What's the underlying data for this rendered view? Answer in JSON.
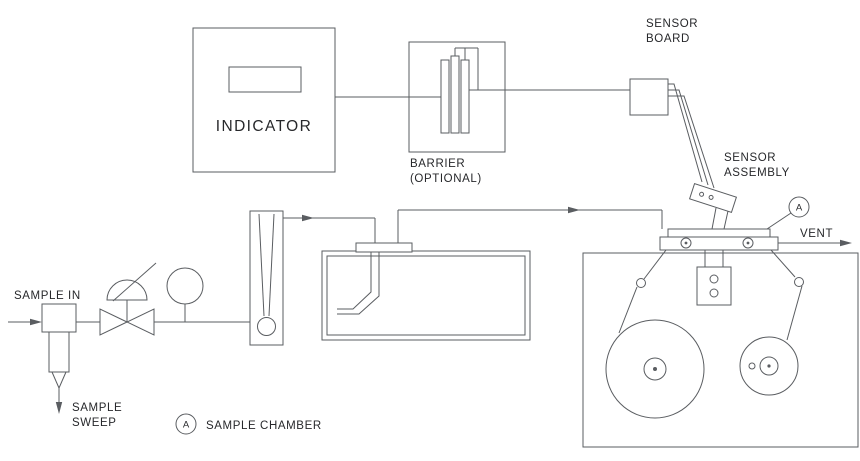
{
  "labels": {
    "indicator": "INDICATOR",
    "barrier": {
      "line1": "BARRIER",
      "line2": "(OPTIONAL)"
    },
    "sensor_board": {
      "line1": "SENSOR",
      "line2": "BOARD"
    },
    "sensor_assembly": {
      "line1": "SENSOR",
      "line2": "ASSEMBLY"
    },
    "vent": "VENT",
    "sample_in": "SAMPLE IN",
    "sample_sweep": {
      "line1": "SAMPLE",
      "line2": "SWEEP"
    },
    "sample_chamber_marker": "A",
    "legend": {
      "marker": "A",
      "label": "SAMPLE CHAMBER"
    }
  },
  "colors": {
    "line": "#5a5d61",
    "text": "#27282b",
    "background": "#ffffff"
  }
}
